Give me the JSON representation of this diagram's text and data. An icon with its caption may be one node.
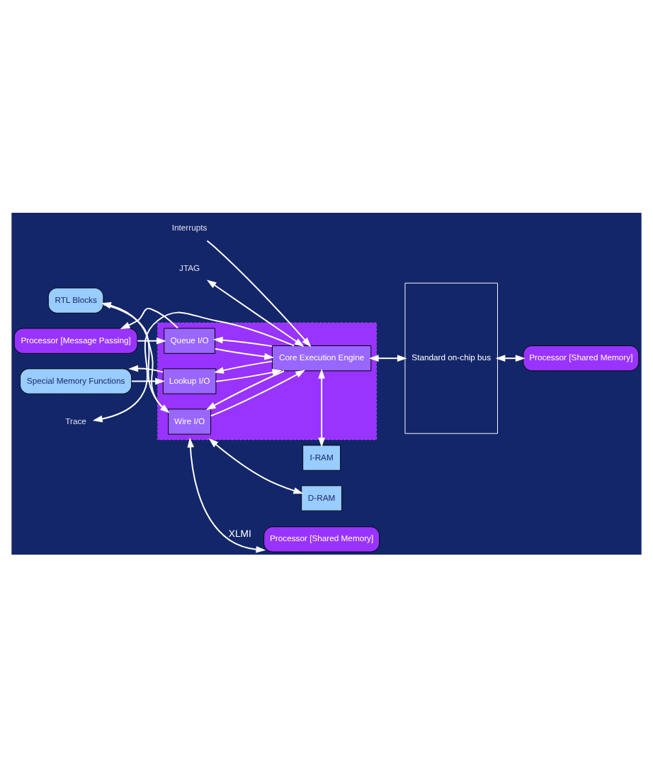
{
  "diagram": {
    "nodes": [
      {
        "text": [
          "I-RAM"
        ]
      },
      {
        "text": [
          "Interrupts"
        ]
      },
      {
        "text": [],
        "shape": "box"
      },
      {
        "text": [
          "Processor [Message Passing]"
        ]
      },
      {
        "text": [
          "Queue I/O"
        ],
        "in": 2
      },
      {
        "text": [
          "Core Execution Engine"
        ],
        "in": 2
      },
      {
        "text": [
          "Lookup I/O"
        ],
        "in": 2
      },
      {
        "text": [
          "Special Memory Functions"
        ]
      },
      {
        "text": [
          "Wire I/O"
        ],
        "in": 2
      },
      {
        "text": [
          "RTL Blocks"
        ]
      },
      {
        "text": [
          "Standard on-chip bus"
        ]
      },
      {
        "text": [
          "Processor [Shared Memory]"
        ]
      },
      {
        "text": [
          "JTAG"
        ]
      },
      {
        "text": [
          "Trace"
        ]
      },
      {
        "text": [
          "D-RAM"
        ]
      },
      {
        "text": [
          "Processor [Shared Memory]"
        ]
      }
    ],
    "edges": [
      {
        "from": 0,
        "to": 5,
        "arrow": "both"
      },
      {
        "from": 1,
        "to": 5,
        "arrow": "to"
      },
      {
        "from": 3,
        "to": 4,
        "arrow": "to"
      },
      {
        "from": 4,
        "to": 3,
        "arrow": "to"
      },
      {
        "from": 5,
        "to": 4,
        "arrow": "to"
      },
      {
        "from": 4,
        "to": 5,
        "arrow": "to"
      },
      {
        "from": 7,
        "to": 6,
        "arrow": "to"
      },
      {
        "from": 6,
        "to": 7,
        "arrow": "to"
      },
      {
        "from": 5,
        "to": 6,
        "arrow": "to"
      },
      {
        "from": 6,
        "to": 5,
        "arrow": "to"
      },
      {
        "from": 9,
        "to": 8,
        "arrow": "to"
      },
      {
        "from": 8,
        "to": 9,
        "arrow": "to"
      },
      {
        "from": 8,
        "to": 5,
        "arrow": "to"
      },
      {
        "from": 5,
        "to": 8,
        "arrow": "to"
      },
      {
        "from": 5,
        "to": 10,
        "arrow": "both"
      },
      {
        "from": 10,
        "to": 11,
        "arrow": "both"
      },
      {
        "from": 12,
        "to": 5,
        "arrow": "both"
      },
      {
        "from": 5,
        "to": 13,
        "arrow": "to"
      },
      {
        "from": 2,
        "to": 14,
        "arrow": "both"
      },
      {
        "from": 2,
        "to": 15,
        "arrow": "both",
        "label": "XLMI"
      }
    ]
  }
}
